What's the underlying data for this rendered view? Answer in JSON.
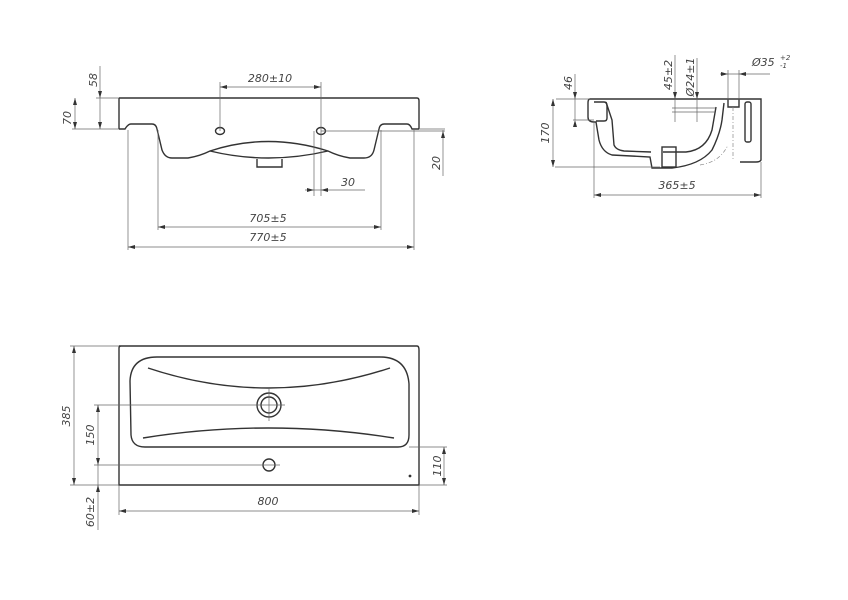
{
  "drawing": {
    "front_view": {
      "dimensions": {
        "height_58": "58",
        "height_70": "70",
        "hole_spacing": "280±10",
        "depth_20": "20",
        "offset_30": "30",
        "inner_width": "705±5",
        "bottom_width": "770±5"
      }
    },
    "side_view": {
      "dimensions": {
        "height_46": "46",
        "height_170": "170",
        "drain_offset": "45±2",
        "drain_diameter": "Ø24±1",
        "overflow_diameter": "Ø35",
        "overflow_tol_upper": "+2",
        "overflow_tol_lower": "-1",
        "depth": "365±5"
      }
    },
    "top_view": {
      "dimensions": {
        "depth_385": "385",
        "drain_to_front": "150",
        "tap_to_front": "110",
        "width": "800",
        "mount_offset": "60±2"
      }
    }
  }
}
